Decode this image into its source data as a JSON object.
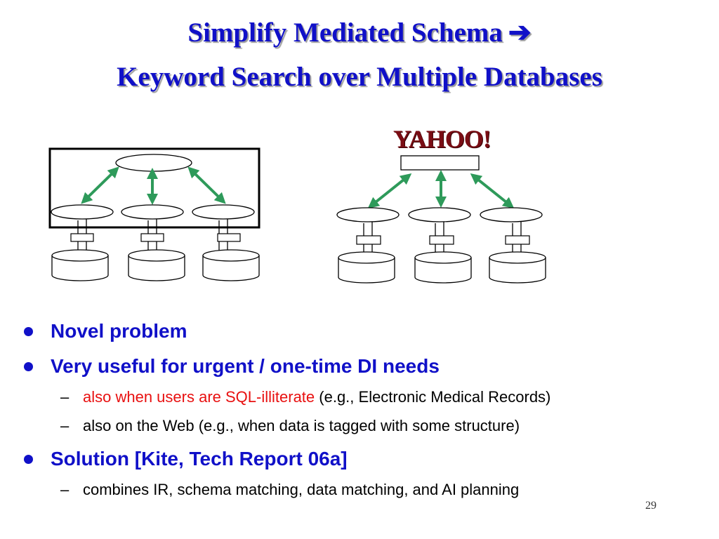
{
  "slide": {
    "title_line1": "Simplify Mediated Schema",
    "title_arrow": "➔",
    "title_line2": "Keyword Search over Multiple Databases",
    "page_number": "29"
  },
  "logo": {
    "text": "YAHOO!"
  },
  "bullets": [
    {
      "text": "Novel problem",
      "subs": []
    },
    {
      "text": "Very useful for urgent / one-time DI needs",
      "subs": [
        {
          "highlight": "also when users are SQL-illiterate",
          "rest": " (e.g., Electronic Medical Records)"
        },
        {
          "highlight": "",
          "rest": "also on the Web (e.g., when data is tagged with some structure)"
        }
      ]
    },
    {
      "text": "Solution [Kite, Tech Report 06a]",
      "subs": [
        {
          "highlight": "",
          "rest": "combines IR, schema matching, data matching, and AI planning"
        }
      ]
    }
  ],
  "colors": {
    "title": "#1010c8",
    "bullet_text": "#1010c8",
    "highlight": "#e81010",
    "arrows": "#2e9a5a",
    "logo": "#7a0d14"
  }
}
